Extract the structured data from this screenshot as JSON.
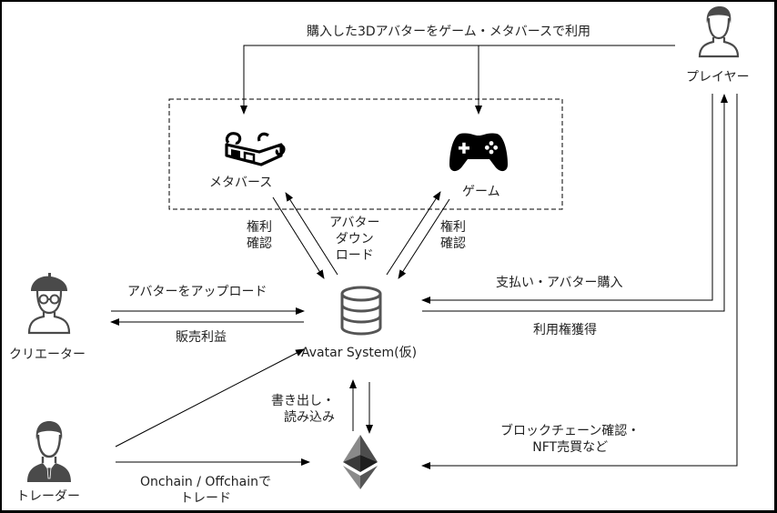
{
  "diagram": {
    "top_flow_label": "購入した3Dアバターをゲーム・メタバースで利用",
    "actors": {
      "player": "プレイヤー",
      "creator": "クリエーター",
      "trader": "トレーダー"
    },
    "services": {
      "metaverse": "メタバース",
      "game": "ゲーム"
    },
    "system": {
      "name": "Avatar System(仮)"
    },
    "edges": {
      "rights_check_left": "権利\n確認",
      "avatar_download": "アバター\nダウン\nロード",
      "rights_check_right": "権利\n確認",
      "upload_avatar": "アバターをアップロード",
      "sales_profit": "販売利益",
      "payment_purchase": "支払い・アバター購入",
      "usage_rights": "利用権獲得",
      "write_read": "書き出し・\n読み込み",
      "blockchain_nft": "ブロックチェーン確認・\nNFT売買など",
      "onchain_trade": "Onchain / Offchainで\nトレード"
    },
    "icons": {
      "player": "person-icon",
      "creator": "creator-beret-glasses-icon",
      "trader": "businessman-icon",
      "metaverse": "3d-glasses-icon",
      "game": "gamepad-icon",
      "system": "database-icon",
      "blockchain": "ethereum-icon"
    },
    "colors": {
      "line": "#000000",
      "icon_gray": "#4a4a4a",
      "text": "#222222"
    }
  }
}
